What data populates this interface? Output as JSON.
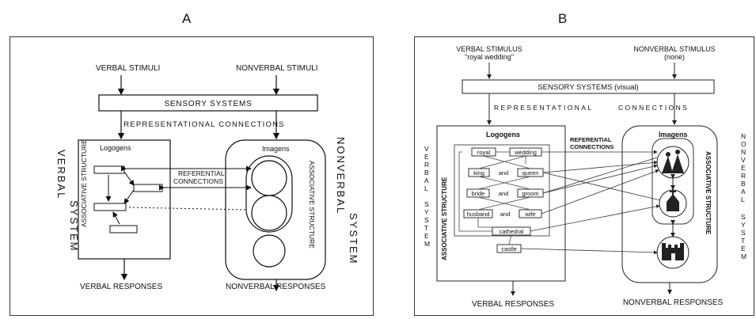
{
  "panels": {
    "a": {
      "letter": "A",
      "verbal_stimuli": "VERBAL STIMULI",
      "nonverbal_stimuli": "NONVERBAL STIMULI",
      "sensory_systems": "SENSORY SYSTEMS",
      "representational_connections": "REPRESENTATIONAL CONNECTIONS",
      "logogens": "Logogens",
      "imagens": "Imagens",
      "associative_structure_left": "ASSOCIATIVE STRUCTURE",
      "associative_structure_right": "ASSOCIATIVE STRUCTURE",
      "referential_line1": "REFERENTIAL",
      "referential_line2": "CONNECTIONS",
      "verbal_system_1": "VERBAL",
      "verbal_system_2": "SYSTEM",
      "nonverbal_system_1": "NONVERBAL",
      "nonverbal_system_2": "SYSTEM",
      "verbal_responses": "VERBAL RESPONSES",
      "nonverbal_responses": "NONVERBAL RESPONSES"
    },
    "b": {
      "letter": "B",
      "verbal_stimulus": "VERBAL STIMULUS",
      "verbal_stimulus_example": "\"royal wedding\"",
      "nonverbal_stimulus": "NONVERBAL STIMULUS",
      "nonverbal_stimulus_example": "(none)",
      "sensory_systems": "SENSORY SYSTEMS (visual)",
      "representational": "REPRESENTATIONAL",
      "connections": "CONNECTIONS",
      "logogens": "Logogens",
      "imagens": "Imagens",
      "referential_line1": "REFERENTIAL",
      "referential_line2": "CONNECTIONS",
      "associative_structure_left": "ASSOCIATIVE STRUCTURE",
      "associative_structure_right": "ASSOCIATIVE STRUCTURE",
      "verbal_system_1": "VERBAL",
      "verbal_system_2": "SYSTEM",
      "nonverbal_system_1": "NONVERBAL",
      "nonverbal_system_2": "SYSTEM",
      "words": [
        "royal",
        "wedding",
        "king",
        "and",
        "queen",
        "bride",
        "and",
        "groom",
        "husband",
        "and",
        "wife",
        "cathedral",
        "castle"
      ],
      "verbal_responses": "VERBAL RESPONSES",
      "nonverbal_responses": "NONVERBAL RESPONSES"
    }
  }
}
